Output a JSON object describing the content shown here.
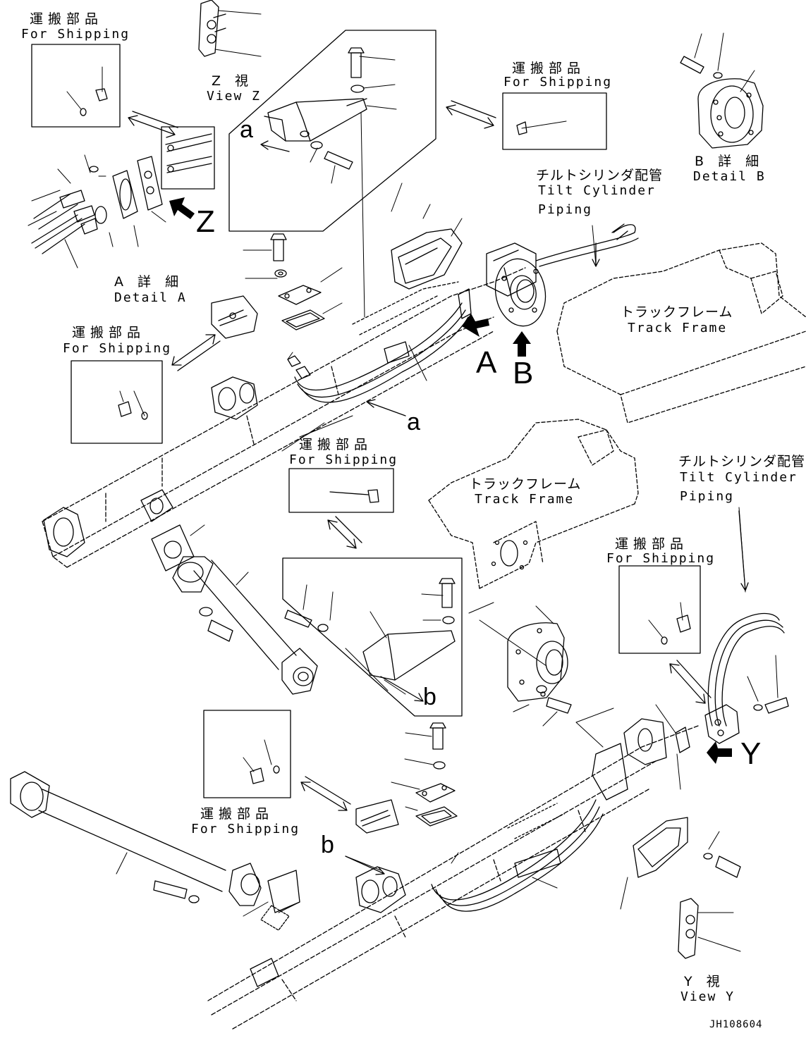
{
  "labels": {
    "for_shipping_jp": "運搬部品",
    "for_shipping_en": "For Shipping",
    "view_z_jp": "Z 視",
    "view_z_en": "View Z",
    "detail_a_jp": "A 詳 細",
    "detail_a_en": "Detail A",
    "detail_b_jp": "B 詳 細",
    "detail_b_en": "Detail B",
    "tilt_piping_jp": "チルトシリンダ配管",
    "tilt_piping_en1": "Tilt Cylinder",
    "tilt_piping_en2": "Piping",
    "track_frame_jp": "トラックフレーム",
    "track_frame_en": "Track Frame",
    "view_y_jp": "Y 視",
    "view_y_en": "View Y"
  },
  "letters": {
    "a": "a",
    "b": "b",
    "A": "A",
    "B": "B",
    "Z": "Z",
    "Y": "Y"
  },
  "drawing_code": "JH108604",
  "colors": {
    "line": "#000000",
    "background": "#ffffff"
  }
}
